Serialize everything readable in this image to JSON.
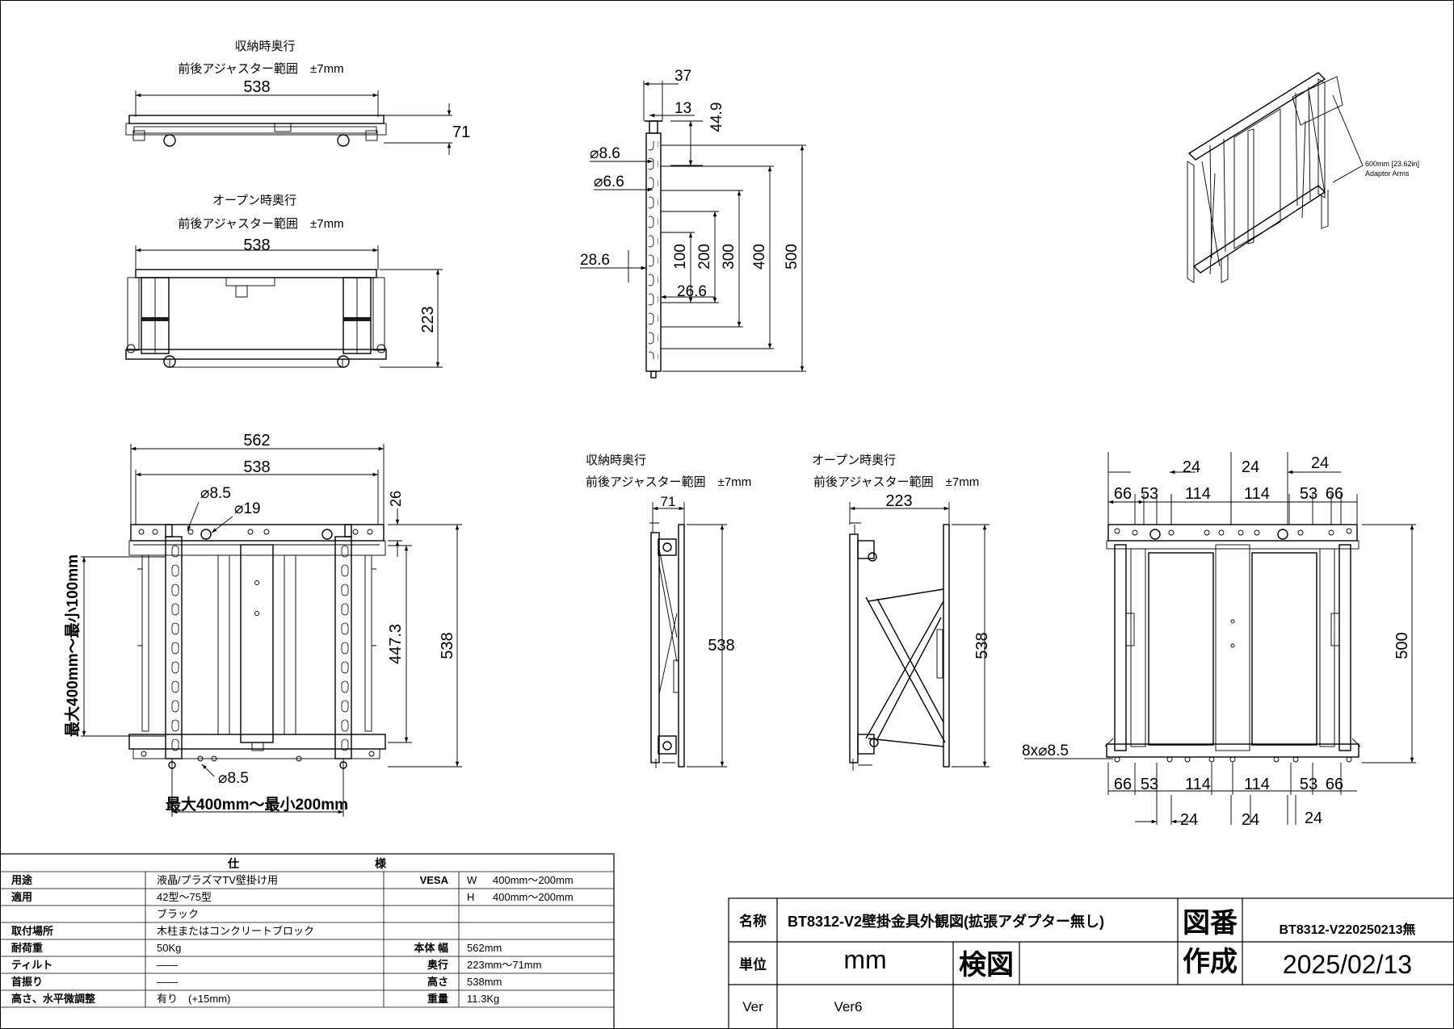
{
  "views": {
    "top_stored": {
      "title": "収納時奥行",
      "subtitle": "前後アジャスター範囲　±7mm",
      "dims": {
        "width": "538",
        "depth": "71"
      }
    },
    "top_open": {
      "title": "オープン時奥行",
      "subtitle": "前後アジャスター範囲　±7mm",
      "dims": {
        "width": "538",
        "depth": "223"
      }
    },
    "rail": {
      "dims": {
        "d37": "37",
        "d13": "13",
        "d44_9": "44.9",
        "dia8_6": "⌀8.6",
        "dia6_6": "⌀6.6",
        "d28_6": "28.6",
        "d26_6": "26.6",
        "d100": "100",
        "d200": "200",
        "d300": "300",
        "d400": "400",
        "d500": "500"
      }
    },
    "front_main": {
      "dims": {
        "d562": "562",
        "d538w": "538",
        "dia8_5_top": "⌀8.5",
        "dia19": "⌀19",
        "d26": "26",
        "d447_3": "447.3",
        "d538h": "538",
        "vesa_v": "最大400mm～最小100mm",
        "dia8_5_bottom": "⌀8.5",
        "vesa_h": "最大400mm～最小200mm"
      }
    },
    "side_stored": {
      "title": "収納時奥行",
      "subtitle": "前後アジャスター範囲　±7mm",
      "dims": {
        "depth": "71",
        "height": "538"
      }
    },
    "side_open": {
      "title": "オープン時奥行",
      "subtitle": "前後アジャスター範囲　±7mm",
      "dims": {
        "depth": "223",
        "height": "538"
      }
    },
    "rear": {
      "dims": {
        "d24": "24",
        "d66": "66",
        "d53": "53",
        "d114": "114",
        "d500": "500",
        "holes": "8x⌀8.5"
      }
    },
    "iso": {
      "note_line1": "600mm [23.62in]",
      "note_line2": "Adaptor Arms"
    }
  },
  "spec": {
    "header": "仕　　　　　　　　　　　　様",
    "rows": [
      {
        "label": "用途",
        "value": "液晶/プラズマTV壁掛け用",
        "k": "VESA",
        "v1": "W",
        "v2": "400mm～200mm"
      },
      {
        "label": "適用",
        "value": "42型～75型",
        "k": "",
        "v1": "H",
        "v2": "400mm～200mm"
      },
      {
        "label": "",
        "value": "ブラック",
        "k": "",
        "v1": "",
        "v2": ""
      },
      {
        "label": "取付場所",
        "value": "木柱またはコンクリートブロック",
        "k": "",
        "v1": "",
        "v2": ""
      },
      {
        "label": "耐荷重",
        "value": "50Kg",
        "k": "本体 幅",
        "v1": "562mm",
        "v2": ""
      },
      {
        "label": "ティルト",
        "value": "——",
        "k": "奥行",
        "v1": "223mm～71mm",
        "v2": ""
      },
      {
        "label": "首振り",
        "value": "——",
        "k": "高さ",
        "v1": "538mm",
        "v2": ""
      },
      {
        "label": "高さ、水平微調整",
        "value": "有り　(+15mm)",
        "k": "重量",
        "v1": "11.3Kg",
        "v2": ""
      }
    ]
  },
  "titleblock": {
    "name_label": "名称",
    "name_value": "BT8312-V2壁掛金具外観図(拡張アダプター無し)",
    "drawing_no_label": "図番",
    "drawing_no_value": "BT8312-V220250213無",
    "unit_label": "単位",
    "unit_value": "mm",
    "check_label": "検図",
    "created_label": "作成",
    "created_value": "2025/02/13",
    "ver_label": "Ver",
    "ver_value": "Ver6"
  }
}
